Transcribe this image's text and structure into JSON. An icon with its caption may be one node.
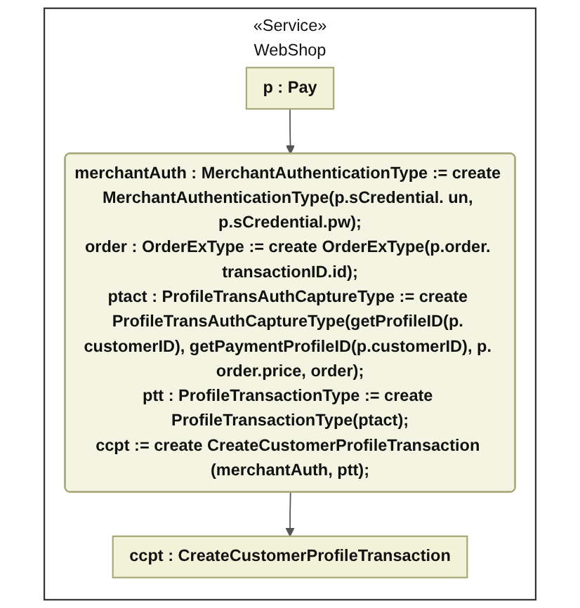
{
  "diagram": {
    "nodes": [
      {
        "text": [
          "«Service»",
          "WebShop"
        ]
      },
      {
        "text": [
          "p : Pay"
        ],
        "in": 0
      },
      {
        "text": [
          "merchantAuth : MerchantAuthenticationType := create MerchantAuthenticationType(p.sCredential. un, p.sCredential.pw);",
          "order : OrderExType := create OrderExType(p.order. transactionID.id);",
          "ptact : ProfileTransAuthCaptureType := create ProfileTransAuthCaptureType(getProfileID(p. customerID), getPaymentProfileID(p.customerID), p. order.price, order);",
          "ptt : ProfileTransactionType := create ProfileTransactionType(ptact);",
          "ccpt := create CreateCustomerProfileTransaction (merchantAuth, ptt);"
        ],
        "in": 0
      },
      {
        "text": [
          "ccpt : CreateCustomerProfileTransaction"
        ],
        "in": 0
      }
    ],
    "edges": [
      {
        "from": 1,
        "to": 2,
        "arrow": "to"
      },
      {
        "from": 2,
        "to": 3,
        "arrow": "to"
      }
    ]
  }
}
